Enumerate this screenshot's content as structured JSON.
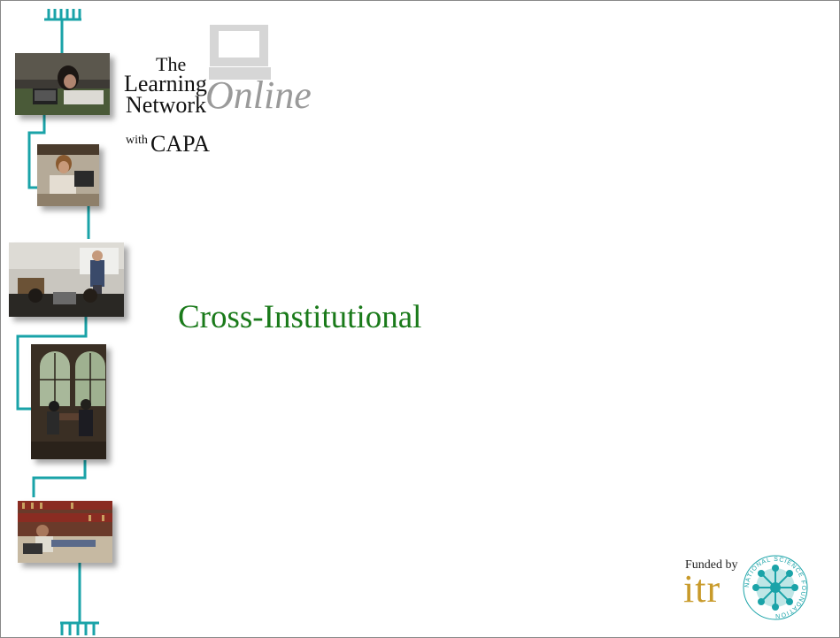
{
  "logo": {
    "line1": "The",
    "line2": "Learning",
    "line3": "Network",
    "with": "with",
    "capa": "CAPA",
    "online": "Online"
  },
  "headline": "Cross-Institutional",
  "funding": {
    "funded_by": "Funded by",
    "itr": "itr",
    "seal_ring_text": "NATIONAL SCIENCE FOUNDATION"
  },
  "colors": {
    "teal": "#1aa3a8",
    "headline_green": "#1a7a1a",
    "online_gray": "#9a9a9a",
    "itr_gold": "#c89a2a"
  }
}
